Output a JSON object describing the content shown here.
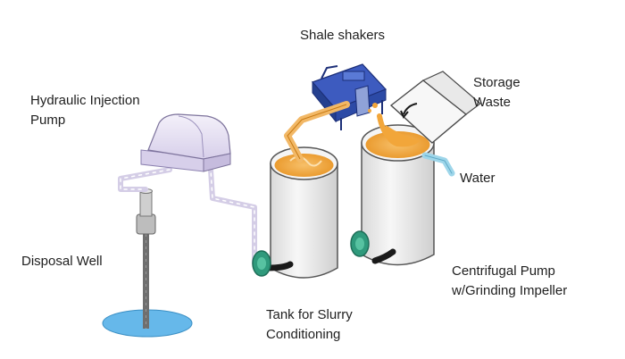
{
  "labels": {
    "shale_shakers": "Shale shakers",
    "hydraulic_pump_line1": "Hydraulic Injection",
    "hydraulic_pump_line2": "Pump",
    "storage_line1": "Storage",
    "storage_line2": "Waste",
    "water": "Water",
    "disposal_well": "Disposal Well",
    "centrifugal_line1": "Centrifugal Pump",
    "centrifugal_line2": "w/Grinding Impeller",
    "tank_line1": "Tank for Slurry",
    "tank_line2": "Conditioning"
  },
  "colors": {
    "tank_fill": "#efefef",
    "tank_outline": "#555555",
    "slurry": "#f2a63a",
    "pump_body": "#e8e2f3",
    "pipe": "#d4cde6",
    "pump_wheel": "#2f9a7c",
    "well_disk": "#66b8ea",
    "water_pipe": "#9ed6ea",
    "shaker": "#2c4aa6"
  }
}
